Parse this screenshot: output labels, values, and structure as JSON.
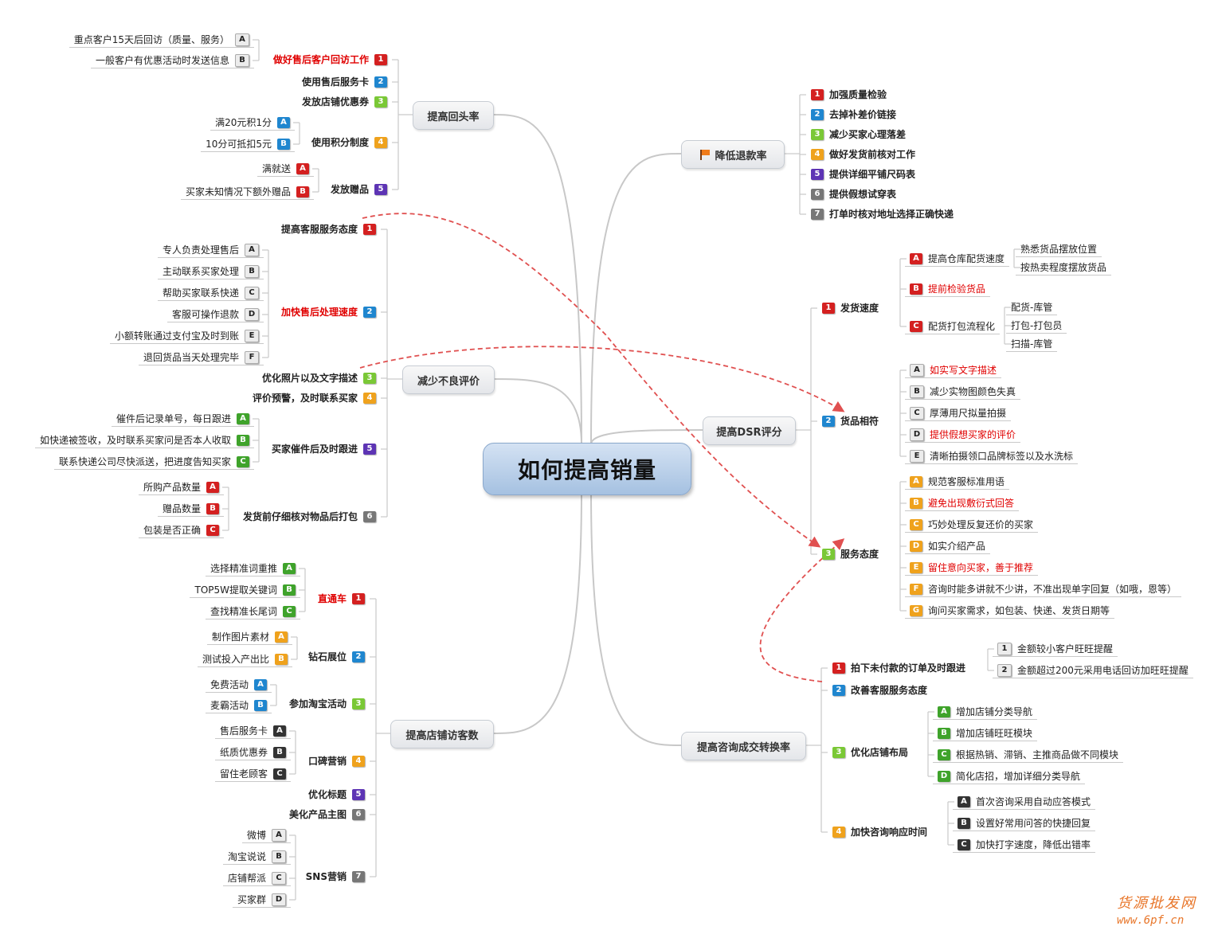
{
  "title": "如何提高销量",
  "colors": {
    "red": "#d42020",
    "blue": "#1f86cf",
    "green": "#3fa32b",
    "lime": "#7ac836",
    "orange": "#efa21d",
    "purple": "#5d34b4",
    "gray": "#777777",
    "dark": "#333333",
    "light": "#e8e8e8",
    "highlight_text": "#e00000",
    "dashed_link": "#e05050"
  },
  "icons": {
    "flag": "flag-icon"
  },
  "branches": [
    {
      "id": "huitoulv",
      "label": "提高回头率",
      "side": "left",
      "children": [
        {
          "badge": "1",
          "color": "red",
          "label": "做好售后客户回访工作",
          "highlight": true,
          "children": [
            {
              "badge": "A",
              "color": "light",
              "label": "重点客户15天后回访（质量、服务）"
            },
            {
              "badge": "B",
              "color": "light",
              "label": "一般客户有优惠活动时发送信息"
            }
          ]
        },
        {
          "badge": "2",
          "color": "blue",
          "label": "使用售后服务卡"
        },
        {
          "badge": "3",
          "color": "lime",
          "label": "发放店铺优惠券"
        },
        {
          "badge": "4",
          "color": "orange",
          "label": "使用积分制度",
          "children": [
            {
              "badge": "A",
              "color": "blue",
              "label": "满20元积1分"
            },
            {
              "badge": "B",
              "color": "blue",
              "label": "10分可抵扣5元"
            }
          ]
        },
        {
          "badge": "5",
          "color": "purple",
          "label": "发放赠品",
          "children": [
            {
              "badge": "A",
              "color": "red",
              "label": "满就送"
            },
            {
              "badge": "B",
              "color": "red",
              "label": "买家未知情况下额外赠品"
            }
          ]
        }
      ]
    },
    {
      "id": "buliangpingjia",
      "label": "减少不良评价",
      "side": "left",
      "children": [
        {
          "badge": "1",
          "color": "red",
          "label": "提高客服服务态度"
        },
        {
          "badge": "2",
          "color": "blue",
          "label": "加快售后处理速度",
          "highlight": true,
          "children": [
            {
              "badge": "A",
              "color": "light",
              "label": "专人负责处理售后"
            },
            {
              "badge": "B",
              "color": "light",
              "label": "主动联系买家处理"
            },
            {
              "badge": "C",
              "color": "light",
              "label": "帮助买家联系快递"
            },
            {
              "badge": "D",
              "color": "light",
              "label": "客服可操作退款"
            },
            {
              "badge": "E",
              "color": "light",
              "label": "小额转账通过支付宝及时到账"
            },
            {
              "badge": "F",
              "color": "light",
              "label": "退回货品当天处理完毕"
            }
          ]
        },
        {
          "badge": "3",
          "color": "lime",
          "label": "优化照片以及文字描述"
        },
        {
          "badge": "4",
          "color": "orange",
          "label": "评价预警，及时联系买家"
        },
        {
          "badge": "5",
          "color": "purple",
          "label": "买家催件后及时跟进",
          "children": [
            {
              "badge": "A",
              "color": "green",
              "label": "催件后记录单号，每日跟进"
            },
            {
              "badge": "B",
              "color": "green",
              "label": "如快递被签收，及时联系买家问是否本人收取"
            },
            {
              "badge": "C",
              "color": "green",
              "label": "联系快递公司尽快派送，把进度告知买家"
            }
          ]
        },
        {
          "badge": "6",
          "color": "gray",
          "label": "发货前仔细核对物品后打包",
          "children": [
            {
              "badge": "A",
              "color": "red",
              "label": "所购产品数量"
            },
            {
              "badge": "B",
              "color": "red",
              "label": "赠品数量"
            },
            {
              "badge": "C",
              "color": "red",
              "label": "包装是否正确"
            }
          ]
        }
      ]
    },
    {
      "id": "fangkeshu",
      "label": "提高店铺访客数",
      "side": "left",
      "children": [
        {
          "badge": "1",
          "color": "red",
          "label": "直通车",
          "highlight": true,
          "children": [
            {
              "badge": "A",
              "color": "green",
              "label": "选择精准词重推"
            },
            {
              "badge": "B",
              "color": "green",
              "label": "TOP5W提取关键词"
            },
            {
              "badge": "C",
              "color": "green",
              "label": "查找精准长尾词"
            }
          ]
        },
        {
          "badge": "2",
          "color": "blue",
          "label": "钻石展位",
          "children": [
            {
              "badge": "A",
              "color": "orange",
              "label": "制作图片素材"
            },
            {
              "badge": "B",
              "color": "orange",
              "label": "测试投入产出比"
            }
          ]
        },
        {
          "badge": "3",
          "color": "lime",
          "label": "参加淘宝活动",
          "children": [
            {
              "badge": "A",
              "color": "blue",
              "label": "免费活动"
            },
            {
              "badge": "B",
              "color": "blue",
              "label": "麦霸活动"
            }
          ]
        },
        {
          "badge": "4",
          "color": "orange",
          "label": "口碑营销",
          "children": [
            {
              "badge": "A",
              "color": "dark",
              "label": "售后服务卡"
            },
            {
              "badge": "B",
              "color": "dark",
              "label": "纸质优惠券"
            },
            {
              "badge": "C",
              "color": "dark",
              "label": "留住老顾客"
            }
          ]
        },
        {
          "badge": "5",
          "color": "purple",
          "label": "优化标题"
        },
        {
          "badge": "6",
          "color": "gray",
          "label": "美化产品主图"
        },
        {
          "badge": "7",
          "color": "gray",
          "label": "SNS营销",
          "children": [
            {
              "badge": "A",
              "color": "light",
              "label": "微博"
            },
            {
              "badge": "B",
              "color": "light",
              "label": "淘宝说说"
            },
            {
              "badge": "C",
              "color": "light",
              "label": "店铺帮派"
            },
            {
              "badge": "D",
              "color": "light",
              "label": "买家群"
            }
          ]
        }
      ]
    },
    {
      "id": "tuikuanlv",
      "label": "降低退款率",
      "side": "right",
      "icon": "flag-icon",
      "children": [
        {
          "badge": "1",
          "color": "red",
          "label": "加强质量检验"
        },
        {
          "badge": "2",
          "color": "blue",
          "label": "去掉补差价链接"
        },
        {
          "badge": "3",
          "color": "lime",
          "label": "减少买家心理落差"
        },
        {
          "badge": "4",
          "color": "orange",
          "label": "做好发货前核对工作"
        },
        {
          "badge": "5",
          "color": "purple",
          "label": "提供详细平铺尺码表"
        },
        {
          "badge": "6",
          "color": "gray",
          "label": "提供假想试穿表"
        },
        {
          "badge": "7",
          "color": "gray",
          "label": "打单时核对地址选择正确快递"
        }
      ]
    },
    {
      "id": "dsr",
      "label": "提高DSR评分",
      "side": "right",
      "children": [
        {
          "badge": "1",
          "color": "red",
          "label": "发货速度",
          "children": [
            {
              "badge": "A",
              "color": "red",
              "label": "提高仓库配货速度",
              "children": [
                {
                  "label": "熟悉货品摆放位置"
                },
                {
                  "label": "按热卖程度摆放货品"
                }
              ]
            },
            {
              "badge": "B",
              "color": "red",
              "label": "提前检验货品",
              "highlight": true
            },
            {
              "badge": "C",
              "color": "red",
              "label": "配货打包流程化",
              "children": [
                {
                  "label": "配货-库管"
                },
                {
                  "label": "打包-打包员"
                },
                {
                  "label": "扫描-库管"
                }
              ]
            }
          ]
        },
        {
          "badge": "2",
          "color": "blue",
          "label": "货品相符",
          "children": [
            {
              "badge": "A",
              "color": "light",
              "label": "如实写文字描述",
              "highlight": true
            },
            {
              "badge": "B",
              "color": "light",
              "label": "减少实物图颜色失真"
            },
            {
              "badge": "C",
              "color": "light",
              "label": "厚薄用尺拟量拍摄"
            },
            {
              "badge": "D",
              "color": "light",
              "label": "提供假想买家的评价",
              "highlight": true
            },
            {
              "badge": "E",
              "color": "light",
              "label": "清晰拍摄领口品牌标签以及水洗标"
            }
          ]
        },
        {
          "badge": "3",
          "color": "lime",
          "label": "服务态度",
          "children": [
            {
              "badge": "A",
              "color": "orange",
              "label": "规范客服标准用语"
            },
            {
              "badge": "B",
              "color": "orange",
              "label": "避免出现敷衍式回答",
              "highlight": true
            },
            {
              "badge": "C",
              "color": "orange",
              "label": "巧妙处理反复还价的买家"
            },
            {
              "badge": "D",
              "color": "orange",
              "label": "如实介绍产品"
            },
            {
              "badge": "E",
              "color": "orange",
              "label": "留住意向买家，善于推荐",
              "highlight": true
            },
            {
              "badge": "F",
              "color": "orange",
              "label": "咨询时能多讲就不少讲，不准出现单字回复（如哦，恩等）"
            },
            {
              "badge": "G",
              "color": "orange",
              "label": "询问买家需求，如包装、快递、发货日期等"
            }
          ]
        }
      ]
    },
    {
      "id": "zhuanhuanlv",
      "label": "提高咨询成交转换率",
      "side": "right",
      "children": [
        {
          "badge": "1",
          "color": "red",
          "label": "拍下未付款的订单及时跟进",
          "children": [
            {
              "badge": "1",
              "color": "light",
              "label": "金额较小客户旺旺提醒"
            },
            {
              "badge": "2",
              "color": "light",
              "label": "金额超过200元采用电话回访加旺旺提醒"
            }
          ]
        },
        {
          "badge": "2",
          "color": "blue",
          "label": "改善客服服务态度"
        },
        {
          "badge": "3",
          "color": "lime",
          "label": "优化店铺布局",
          "children": [
            {
              "badge": "A",
              "color": "green",
              "label": "增加店铺分类导航"
            },
            {
              "badge": "B",
              "color": "green",
              "label": "增加店铺旺旺模块"
            },
            {
              "badge": "C",
              "color": "green",
              "label": "根据热销、滞销、主推商品做不同模块"
            },
            {
              "badge": "D",
              "color": "green",
              "label": "简化店招，增加详细分类导航"
            }
          ]
        },
        {
          "badge": "4",
          "color": "orange",
          "label": "加快咨询响应时间",
          "children": [
            {
              "badge": "A",
              "color": "dark",
              "label": "首次咨询采用自动应答模式"
            },
            {
              "badge": "B",
              "color": "dark",
              "label": "设置好常用问答的快捷回复"
            },
            {
              "badge": "C",
              "color": "dark",
              "label": "加快打字速度，降低出错率"
            }
          ]
        }
      ]
    }
  ],
  "watermark": {
    "line1": "货源批发网",
    "line2": "www.6pf.cn"
  }
}
